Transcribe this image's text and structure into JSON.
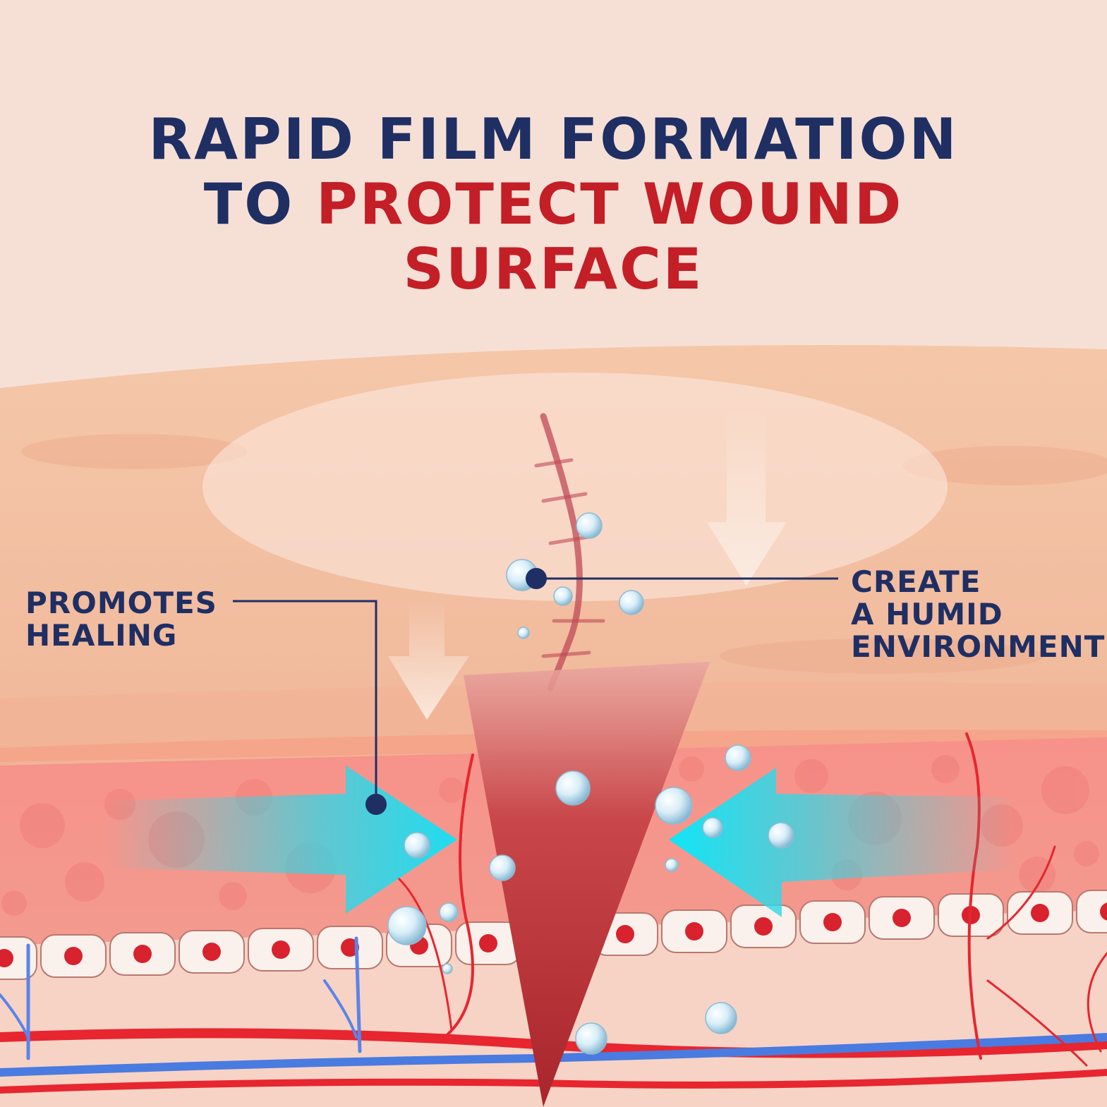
{
  "headline": {
    "line1": "RAPID FILM FORMATION",
    "line2_prefix": "TO ",
    "line2_highlight": "PROTECT WOUND",
    "line3_highlight": "SURFACE"
  },
  "callouts": {
    "promotes": [
      "PROMOTES",
      "HEALING"
    ],
    "humid": [
      "CREATE",
      "A HUMID",
      "ENVIRONMENT"
    ]
  },
  "colors": {
    "navy": "#1f2f63",
    "red": "#c41e26",
    "cyan": "#1ad6e6",
    "background": "#f6e0d6"
  }
}
